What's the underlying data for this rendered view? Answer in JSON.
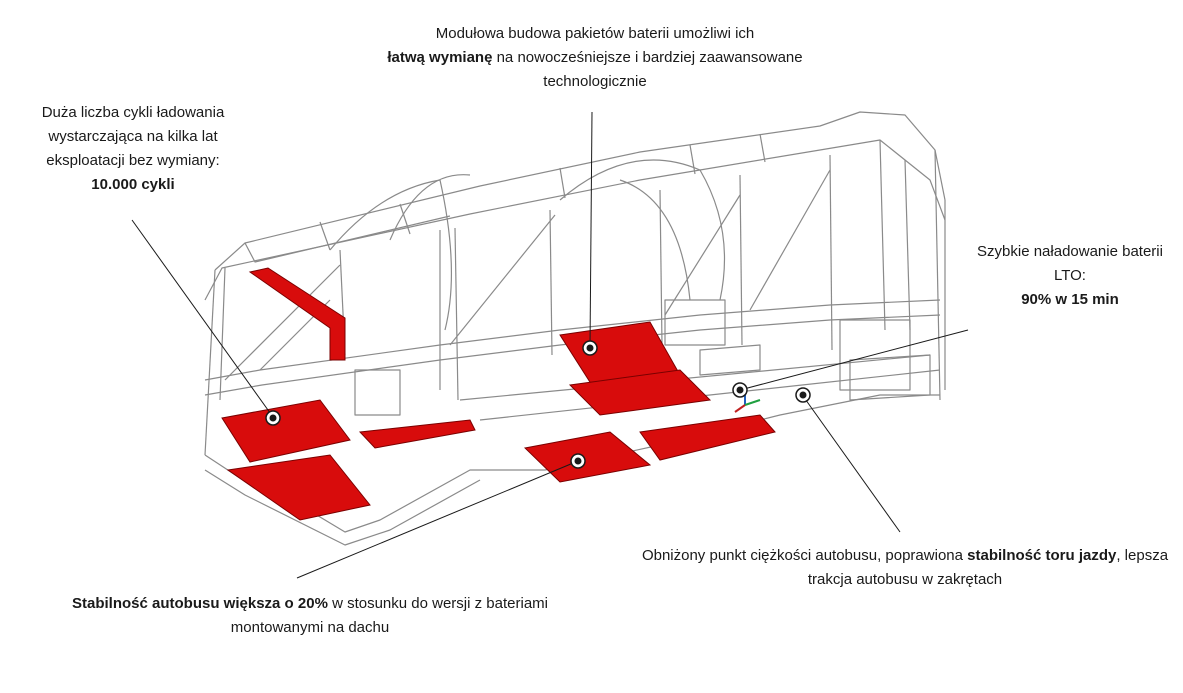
{
  "callouts": {
    "top": {
      "line1": "Modułowa budowa pakietów baterii umożliwi ich",
      "bold": "łatwą wymianę",
      "rest": " na nowocześniejsze i bardziej zaawansowane technologicznie"
    },
    "left": {
      "text": "Duża liczba cykli ładowania wystarczająca na kilka lat eksploatacji bez wymiany:",
      "bold": "10.000 cykli"
    },
    "right": {
      "text": "Szybkie naładowanie baterii LTO:",
      "bold": "90% w 15 min"
    },
    "bottom_right": {
      "text": "Obniżony punkt ciężkości autobusu, poprawiona ",
      "bold": "stabilność toru jazdy",
      "rest": ", lepsza trakcja autobusu w zakrętach"
    },
    "bottom_left": {
      "bold": "Stabilność autobusu większa o 20%",
      "rest": " w stosunku do wersji z bateriami montowanymi na dachu"
    }
  },
  "colors": {
    "battery": "#d80c0c",
    "frame": "#8a8a8a",
    "leader": "#1a1a1a"
  }
}
